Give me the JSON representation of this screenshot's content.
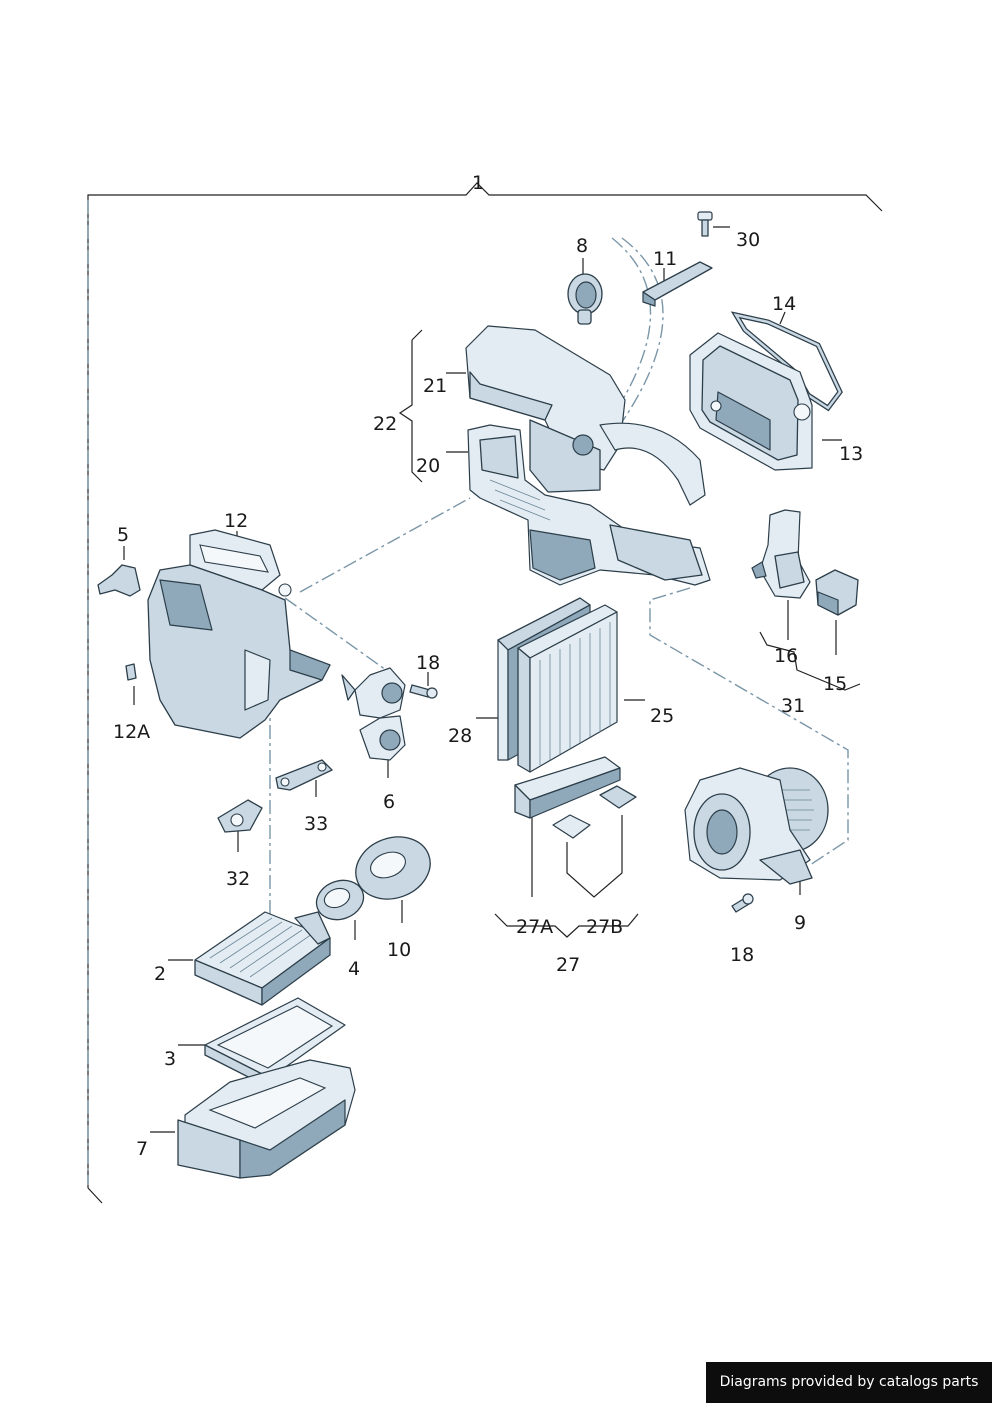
{
  "callouts": {
    "p1": "1",
    "p2": "2",
    "p3": "3",
    "p4": "4",
    "p5": "5",
    "p6": "6",
    "p7": "7",
    "p8": "8",
    "p9": "9",
    "p10": "10",
    "p11": "11",
    "p12": "12",
    "p12a": "12A",
    "p13": "13",
    "p14": "14",
    "p15": "15",
    "p16": "16",
    "p18a": "18",
    "p18b": "18",
    "p20": "20",
    "p21": "21",
    "p22": "22",
    "p25": "25",
    "p27": "27",
    "p27a": "27A",
    "p27b": "27B",
    "p28": "28",
    "p30": "30",
    "p31": "31",
    "p32": "32",
    "p33": "33"
  },
  "credit": "Diagrams provided by catalogs parts",
  "colors": {
    "part_fill": "#c9d8e2",
    "outline": "#2c3e4a",
    "dash_line": "#7a96a8",
    "credit_bg": "#0d0d0d"
  }
}
